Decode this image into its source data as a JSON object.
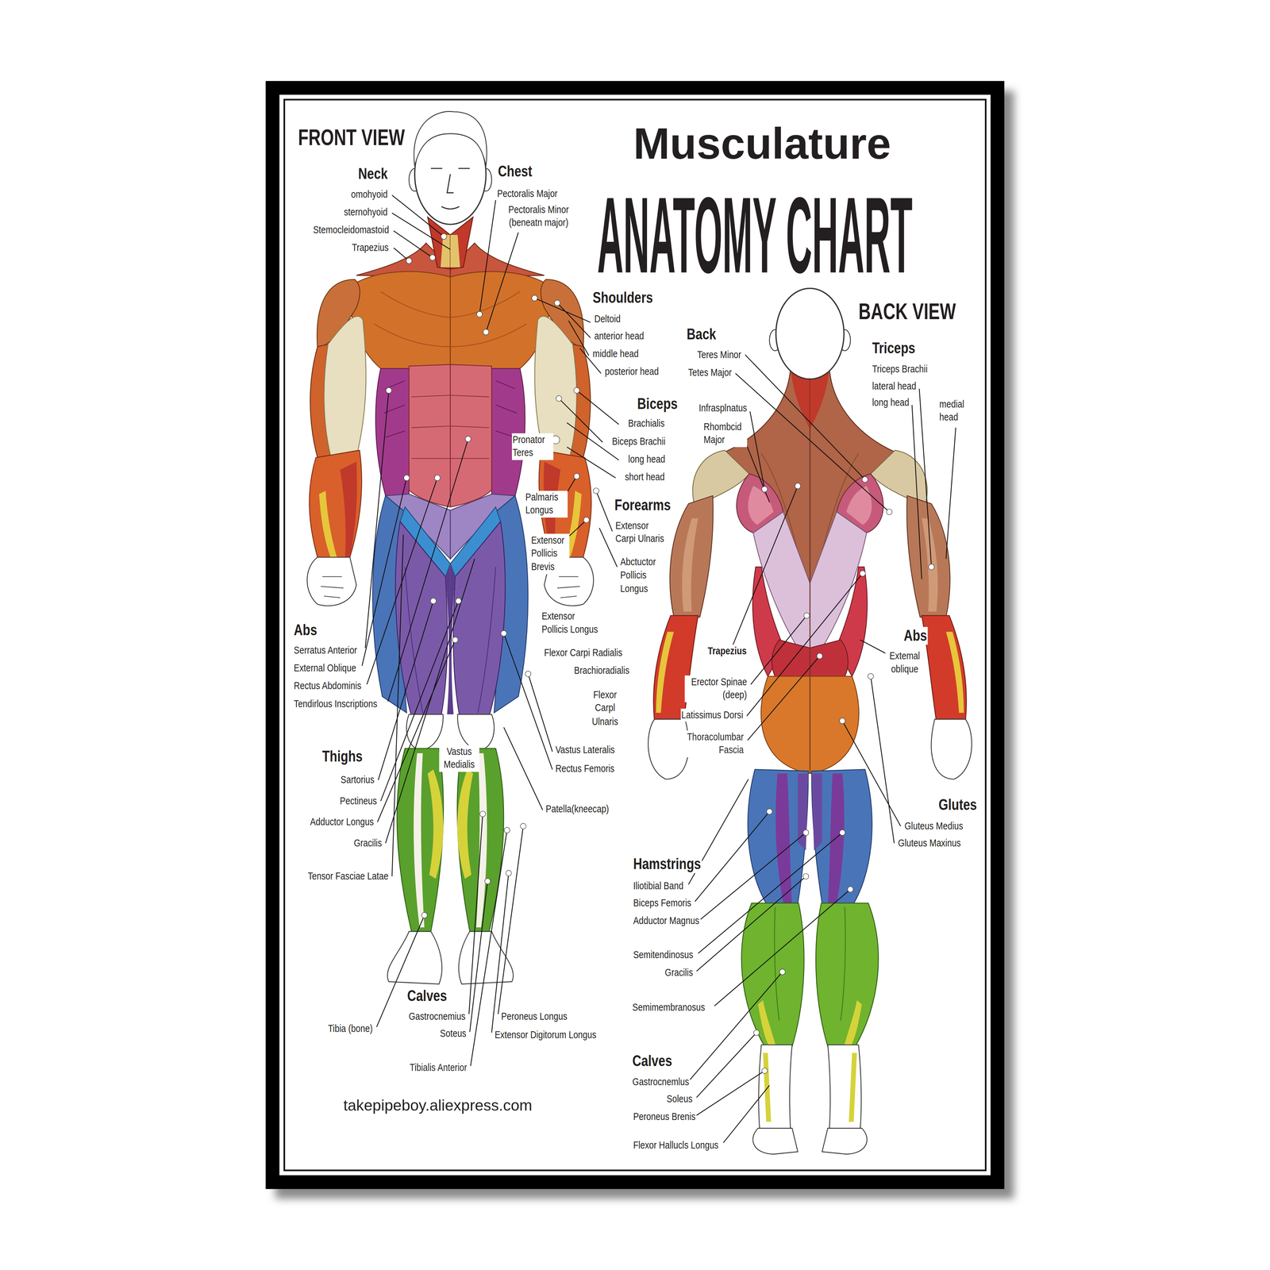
{
  "diagram": {
    "title": "Musculature",
    "labels": [
      "FRONT VIEW",
      "ANATOMY CHART",
      "Neck",
      "omohyoid",
      "sternohyoid",
      "Stemocleidomastoid",
      "Trapezius",
      "Chest",
      "Pectoralis Major",
      "Pectoralis Minor (beneatn major)",
      "Shoulders",
      "Deltoid",
      "anterior head",
      "middle head",
      "posterior head",
      "Biceps",
      "Brachialis",
      "Biceps Brachii",
      "long head",
      "short head",
      "Pronator Teres",
      "Palmaris Longus",
      "Forearms",
      "Extensor Carpi Ulnaris",
      "Extensor Pollicis Brevis",
      "Abctuctor Pollicis Longus",
      "Extensor Pollicis Longus",
      "Flexor Carpi Radialis",
      "Brachioradialis",
      "Flexor Carpl Ulnaris",
      "Abs",
      "Serratus Anterior",
      "External Oblique",
      "Rectus Abdominis",
      "Tendirlous Inscriptions",
      "Thighs",
      "Sartorius",
      "Pectineus",
      "Adductor Longus",
      "Gracilis",
      "Tensor Fasciae Latae",
      "Vastus Medialis",
      "Vastus Lateralis",
      "Rectus Femoris",
      "Patella(kneecap)",
      "Calves",
      "Gastrocnemius",
      "Soteus",
      "Tibialis Anterior",
      "Tibia (bone)",
      "Peroneus Longus",
      "Extensor Digitorum Longus",
      "takepipeboy.aliexpress.com",
      "BACK VIEW",
      "Back",
      "Teres Minor",
      "Tetes Major",
      "Infrasplnatus",
      "Rhombcid Major",
      "Triceps",
      "Triceps Brachii",
      "lateral head",
      "long head",
      "medial head",
      "Trapezius",
      "Erector Spinae (deep)",
      "Latissimus Dorsi",
      "Thoracolumbar Fascia",
      "Abs",
      "Extemal oblique",
      "Glutes",
      "Gluteus Medius",
      "Gluteus Maxinus",
      "Hamstrings",
      "Iliotibial Band",
      "Biceps Femoris",
      "Adductor Magnus",
      "Semitendinosus",
      "Gracilis",
      "Semimembranosus",
      "Calves",
      "Gastrocnemlus",
      "Soleus",
      "Peroneus Brenis",
      "Flexor Hallucls Longus"
    ]
  }
}
